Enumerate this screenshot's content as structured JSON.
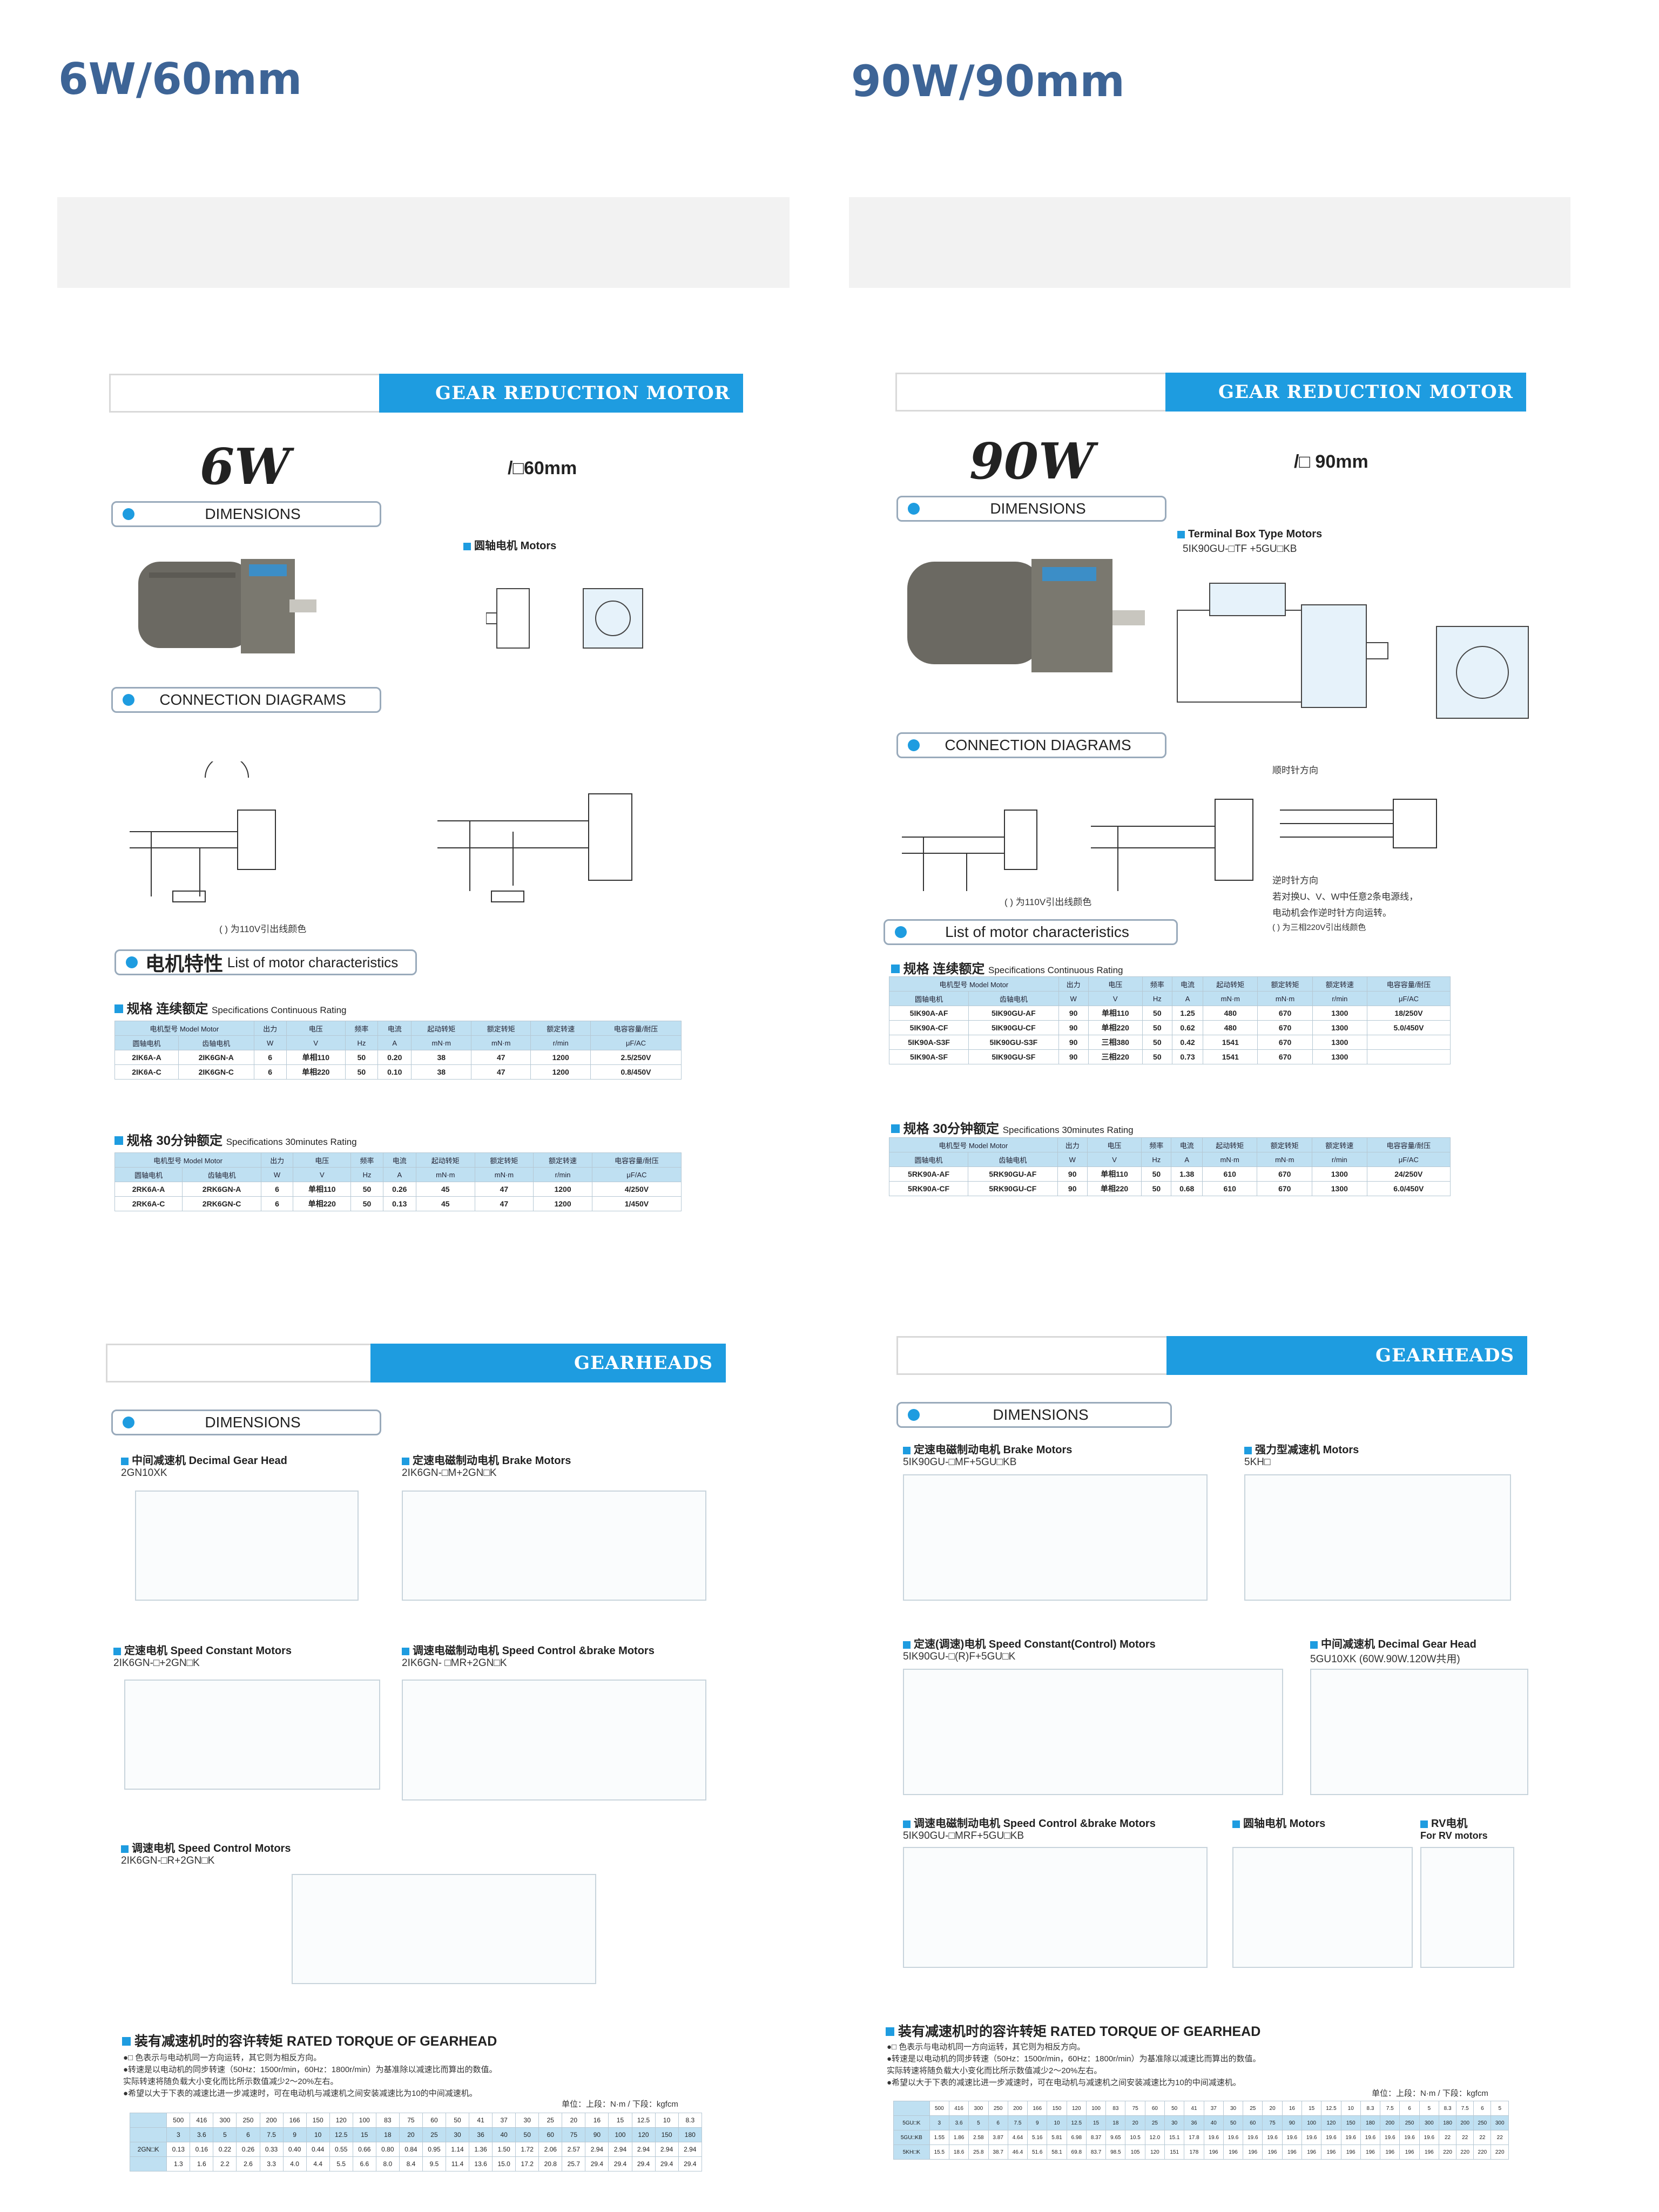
{
  "left": {
    "title": "6W/60mm",
    "motor_banner": "GEAR REDUCTION MOTOR",
    "wattage": "6W",
    "frame": "/□60mm",
    "dimensions_label": "DIMENSIONS",
    "round_shaft_label": "圆轴电机",
    "round_shaft_en": "Motors",
    "connection_label": "CONNECTION DIAGRAMS",
    "conn_note": "( ) 为110V引出线颜色",
    "char_cn": "电机特性",
    "char_en": "List of motor characteristics",
    "cont_title_cn": "规格  连续额定",
    "cont_title_en": "Specifications Continuous Rating",
    "cont_rows": [
      [
        "2IK6A-A",
        "2IK6GN-A",
        "6",
        "单相110",
        "50",
        "0.20",
        "38",
        "47",
        "1200",
        "2.5/250V"
      ],
      [
        "2IK6A-C",
        "2IK6GN-C",
        "6",
        "单相220",
        "50",
        "0.10",
        "38",
        "47",
        "1200",
        "0.8/450V"
      ]
    ],
    "min30_title_cn": "规格 30分钟额定",
    "min30_title_en": "Specifications 30minutes Rating",
    "min30_rows": [
      [
        "2RK6A-A",
        "2RK6GN-A",
        "6",
        "单相110",
        "50",
        "0.26",
        "45",
        "47",
        "1200",
        "4/250V"
      ],
      [
        "2RK6A-C",
        "2RK6GN-C",
        "6",
        "单相220",
        "50",
        "0.13",
        "45",
        "47",
        "1200",
        "1/450V"
      ]
    ],
    "gear_banner": "GEARHEADS",
    "gear_dimensions": "DIMENSIONS",
    "gh_sections": [
      {
        "cn": "中间减速机",
        "en": "Decimal Gear Head",
        "code": "2GN10XK"
      },
      {
        "cn": "定速电磁制动电机",
        "en": "Brake Motors",
        "code": "2IK6GN-□M+2GN□K"
      },
      {
        "cn": "定速电机",
        "en": "Speed Constant Motors",
        "code": "2IK6GN-□+2GN□K"
      },
      {
        "cn": "调速电磁制动电机",
        "en": "Speed Control &brake Motors",
        "code": "2IK6GN- □MR+2GN□K"
      },
      {
        "cn": "调速电机",
        "en": "Speed Control Motors",
        "code": "2IK6GN-□R+2GN□K"
      }
    ],
    "rt_title": "装有减速机时的容许转矩  RATED TORQUE OF GEARHEAD",
    "rt_notes": [
      "●□ 色表示与电动机同一方向运转，其它则为相反方向。",
      "●转速是以电动机的同步转速（50Hz：1500r/min，60Hz：1800r/min）为基准除以减速比而算出的数值。",
      "  实际转速将随负载大小变化而比所示数值减少2～20%左右。",
      "●希望以大于下表的减速比进一步减速时，可在电动机与减速机之间安装减速比为10的中间减速机。"
    ],
    "rt_unit": "单位：上段：N·m / 下段：kgfcm",
    "rt_model": "2GN□K",
    "rt_speeds": [
      "500",
      "416",
      "300",
      "250",
      "200",
      "166",
      "150",
      "120",
      "100",
      "83",
      "75",
      "60",
      "50",
      "41",
      "37",
      "30",
      "25",
      "20",
      "16",
      "15",
      "12.5",
      "10",
      "8.3"
    ],
    "rt_ratios": [
      "3",
      "3.6",
      "5",
      "6",
      "7.5",
      "9",
      "10",
      "12.5",
      "15",
      "18",
      "20",
      "25",
      "30",
      "36",
      "40",
      "50",
      "60",
      "75",
      "90",
      "100",
      "120",
      "150",
      "180"
    ],
    "rt_nm": [
      "0.13",
      "0.16",
      "0.22",
      "0.26",
      "0.33",
      "0.40",
      "0.44",
      "0.55",
      "0.66",
      "0.80",
      "0.84",
      "0.95",
      "1.14",
      "1.36",
      "1.50",
      "1.72",
      "2.06",
      "2.57",
      "2.94",
      "2.94",
      "2.94",
      "2.94",
      "2.94"
    ],
    "rt_kgf": [
      "1.3",
      "1.6",
      "2.2",
      "2.6",
      "3.3",
      "4.0",
      "4.4",
      "5.5",
      "6.6",
      "8.0",
      "8.4",
      "9.5",
      "11.4",
      "13.6",
      "15.0",
      "17.2",
      "20.8",
      "25.7",
      "29.4",
      "29.4",
      "29.4",
      "29.4",
      "29.4"
    ]
  },
  "right": {
    "title": "90W/90mm",
    "motor_banner": "GEAR REDUCTION MOTOR",
    "wattage": "90W",
    "frame": "/□ 90mm",
    "dimensions_label": "DIMENSIONS",
    "terminal_label": "Terminal Box Type Motors",
    "terminal_code": "5IK90GU-□TF +5GU□KB",
    "connection_label": "CONNECTION DIAGRAMS",
    "conn_note1": "( ) 为110V引出线颜色",
    "cw_label": "顺时针方向",
    "ccw_label": "逆时针方向",
    "ccw_note1": "若对换U、V、W中任意2条电源线，",
    "ccw_note2": "电动机会作逆时针方向运转。",
    "ccw_note3": "( ) 为三相220V引出线颜色",
    "char_en": "List of motor characteristics",
    "cont_title_cn": "规格  连续额定",
    "cont_title_en": "Specifications Continuous Rating",
    "cont_rows": [
      [
        "5IK90A-AF",
        "5IK90GU-AF",
        "90",
        "单相110",
        "50",
        "1.25",
        "480",
        "670",
        "1300",
        "18/250V"
      ],
      [
        "5IK90A-CF",
        "5IK90GU-CF",
        "90",
        "单相220",
        "50",
        "0.62",
        "480",
        "670",
        "1300",
        "5.0/450V"
      ],
      [
        "5IK90A-S3F",
        "5IK90GU-S3F",
        "90",
        "三相380",
        "50",
        "0.42",
        "1541",
        "670",
        "1300",
        ""
      ],
      [
        "5IK90A-SF",
        "5IK90GU-SF",
        "90",
        "三相220",
        "50",
        "0.73",
        "1541",
        "670",
        "1300",
        ""
      ]
    ],
    "min30_title_cn": "规格 30分钟额定",
    "min30_title_en": "Specifications 30minutes Rating",
    "min30_rows": [
      [
        "5RK90A-AF",
        "5RK90GU-AF",
        "90",
        "单相110",
        "50",
        "1.38",
        "610",
        "670",
        "1300",
        "24/250V"
      ],
      [
        "5RK90A-CF",
        "5RK90GU-CF",
        "90",
        "单相220",
        "50",
        "0.68",
        "610",
        "670",
        "1300",
        "6.0/450V"
      ]
    ],
    "gear_banner": "GEARHEADS",
    "gear_dimensions": "DIMENSIONS",
    "gh_sections": [
      {
        "cn": "定速电磁制动电机",
        "en": "Brake Motors",
        "code": "5IK90GU-□MF+5GU□KB"
      },
      {
        "cn": "强力型减速机",
        "en": "Motors",
        "code": "5KH□"
      },
      {
        "cn": "定速(调速)电机",
        "en": "Speed Constant(Control) Motors",
        "code": "5IK90GU-□(R)F+5GU□K"
      },
      {
        "cn": "中间减速机",
        "en": "Decimal Gear Head",
        "code": "5GU10XK (60W.90W.120W共用)"
      },
      {
        "cn": "调速电磁制动电机",
        "en": "Speed Control &brake Motors",
        "code": "5IK90GU-□MRF+5GU□KB"
      },
      {
        "cn": "圆轴电机",
        "en": "Motors",
        "code": ""
      },
      {
        "cn": "RV电机",
        "en": "For RV motors",
        "code": ""
      }
    ],
    "rt_title": "装有减速机时的容许转矩  RATED TORQUE OF GEARHEAD",
    "rt_unit": "单位：上段：N·m / 下段：kgfcm",
    "rt_models": [
      "5GU□K",
      "5GU□KB",
      "5KH□K"
    ],
    "rt_speeds": [
      "500",
      "416",
      "300",
      "250",
      "200",
      "166",
      "150",
      "120",
      "100",
      "83",
      "75",
      "60",
      "50",
      "41",
      "37",
      "30",
      "25",
      "20",
      "16",
      "15",
      "12.5",
      "10",
      "8.3",
      "7.5",
      "6",
      "5",
      "8.3",
      "7.5",
      "6",
      "5"
    ],
    "rt_ratios": [
      "3",
      "3.6",
      "5",
      "6",
      "7.5",
      "9",
      "10",
      "12.5",
      "15",
      "18",
      "20",
      "25",
      "30",
      "36",
      "40",
      "50",
      "60",
      "75",
      "90",
      "100",
      "120",
      "150",
      "180",
      "200",
      "250",
      "300",
      "180",
      "200",
      "250",
      "300"
    ],
    "rt_nm": [
      "1.55",
      "1.86",
      "2.58",
      "3.87",
      "4.64",
      "5.16",
      "5.81",
      "6.98",
      "8.37",
      "9.65",
      "10.5",
      "12.0",
      "15.1",
      "17.8",
      "19.6",
      "19.6",
      "19.6",
      "19.6",
      "19.6",
      "19.6",
      "19.6",
      "19.6",
      "19.6",
      "19.6",
      "19.6",
      "19.6",
      "22",
      "22",
      "22",
      "22"
    ],
    "rt_kgf": [
      "15.5",
      "18.6",
      "25.8",
      "38.7",
      "46.4",
      "51.6",
      "58.1",
      "69.8",
      "83.7",
      "98.5",
      "105",
      "120",
      "151",
      "178",
      "196",
      "196",
      "196",
      "196",
      "196",
      "196",
      "196",
      "196",
      "196",
      "196",
      "196",
      "196",
      "220",
      "220",
      "220",
      "220"
    ]
  }
}
